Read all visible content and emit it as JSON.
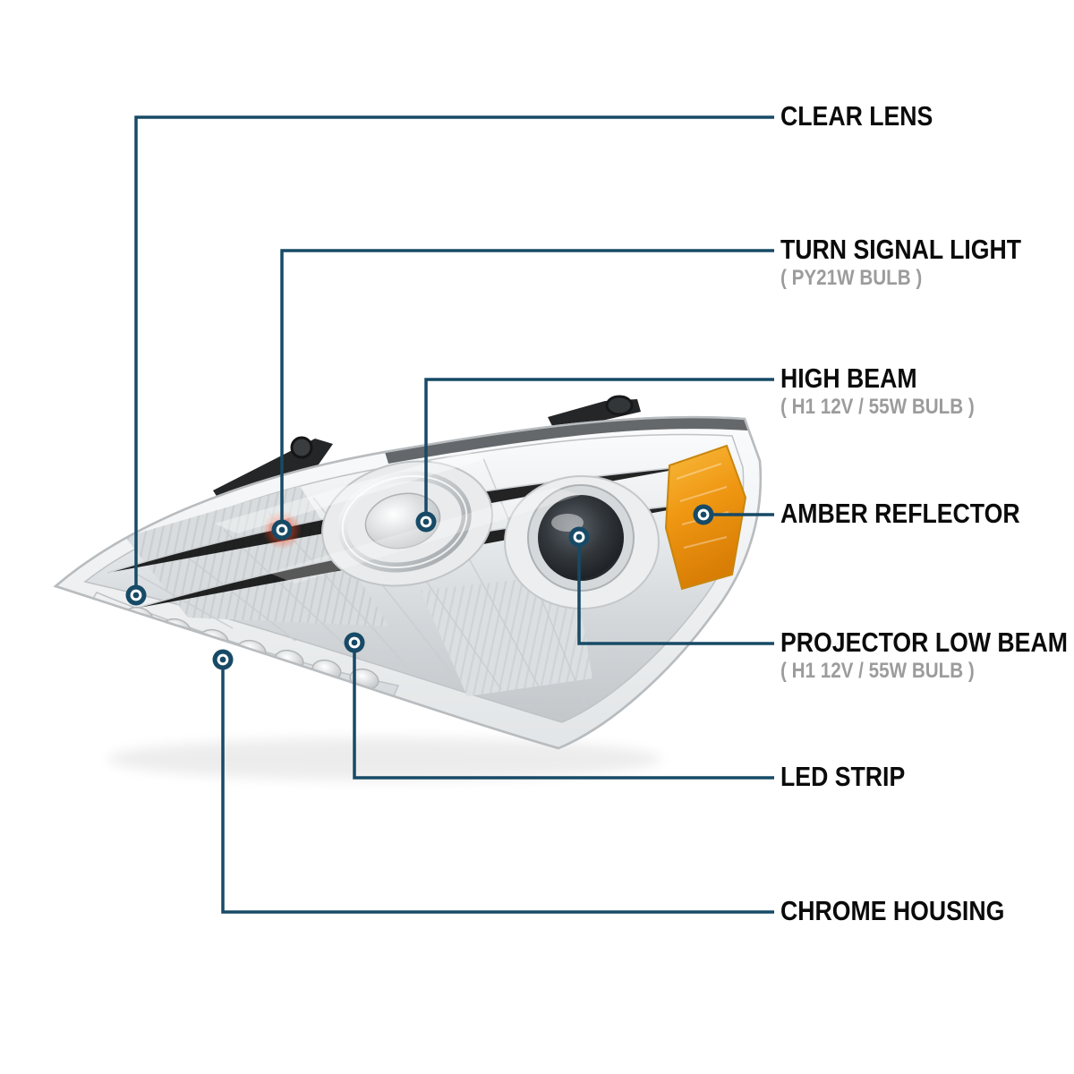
{
  "page": {
    "background": "#ffffff"
  },
  "style": {
    "leader_line_color": "#174a66",
    "marker_color": "#174a66",
    "label_color": "#0b0b0b",
    "sub_label_color": "#9c9c9c",
    "amber_reflector_color": "#ef9612",
    "chrome_color": "#d3d7da"
  },
  "illustration": {
    "subject": "projector headlight assembly, chrome housing, clear lens, three-quarter view"
  },
  "callouts": [
    {
      "id": "clear-lens",
      "label": "CLEAR LENS",
      "sub": ""
    },
    {
      "id": "turn-signal-light",
      "label": "TURN SIGNAL LIGHT",
      "sub": "( PY21W BULB )"
    },
    {
      "id": "high-beam",
      "label": "HIGH BEAM",
      "sub": "( H1 12V / 55W BULB )"
    },
    {
      "id": "amber-reflector",
      "label": "AMBER REFLECTOR",
      "sub": ""
    },
    {
      "id": "projector-low-beam",
      "label": "PROJECTOR LOW BEAM",
      "sub": "( H1 12V / 55W BULB )"
    },
    {
      "id": "led-strip",
      "label": "LED STRIP",
      "sub": ""
    },
    {
      "id": "chrome-housing",
      "label": "CHROME HOUSING",
      "sub": ""
    }
  ]
}
